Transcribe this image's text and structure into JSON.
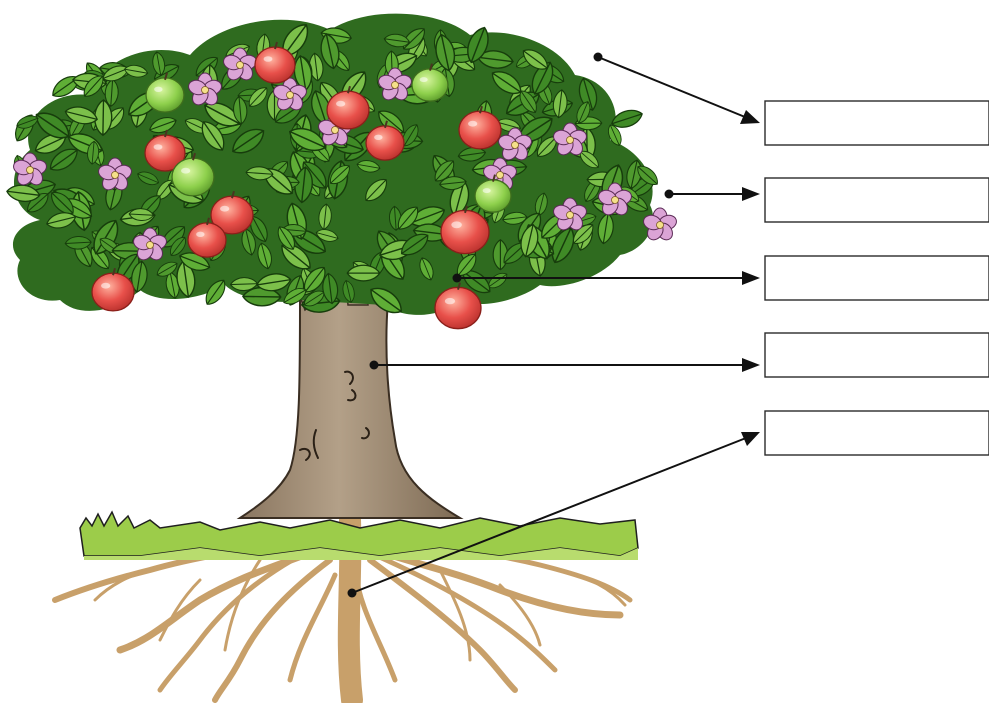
{
  "diagram": {
    "subject": "apple-tree",
    "parts": [
      {
        "id": "leaves",
        "icon": "leaf-icon",
        "answer": ""
      },
      {
        "id": "flowers",
        "icon": "flower-icon",
        "answer": ""
      },
      {
        "id": "fruits",
        "icon": "apple-icon",
        "answer": ""
      },
      {
        "id": "trunk",
        "icon": "trunk-icon",
        "answer": ""
      },
      {
        "id": "roots",
        "icon": "roots-icon",
        "answer": ""
      }
    ]
  },
  "colors": {
    "leaf_dark": "#2f6b1f",
    "leaf": "#4f9a2e",
    "leaf_light": "#7cc04a",
    "trunk": "#a39076",
    "trunk_shadow": "#7d6a54",
    "root": "#c8a06a",
    "grass": "#9ccc4a",
    "apple_red": "#e8504a",
    "apple_green": "#8ed04c",
    "flower": "#dba4d6"
  }
}
